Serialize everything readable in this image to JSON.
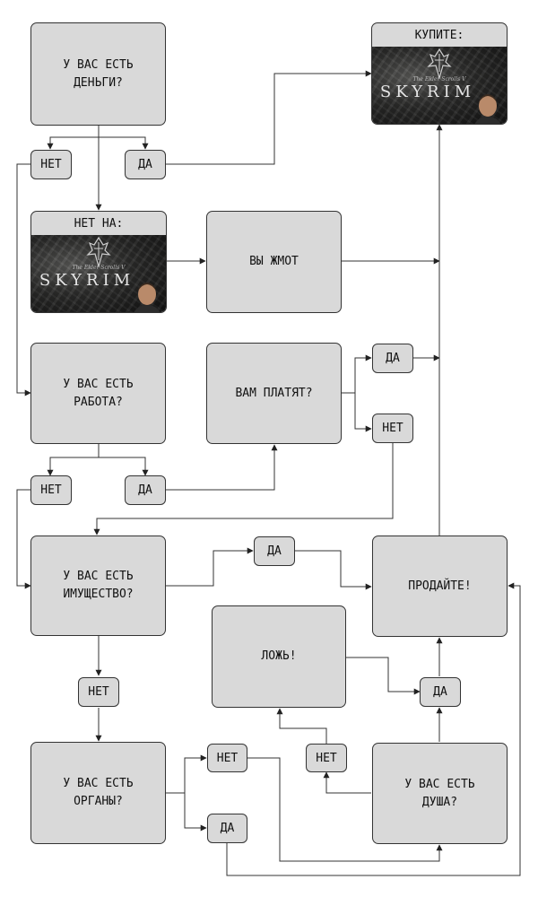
{
  "q_money": "У ВАС ЕСТЬ\nДЕНЬГИ?",
  "buy": {
    "caption": "КУПИТЕ:",
    "logo_sub": "The Elder Scrolls V",
    "logo": "SKYRIM"
  },
  "no_for": {
    "caption": "НЕТ НА:",
    "logo_sub": "The Elder Scrolls V",
    "logo": "SKYRIM"
  },
  "stingy": "ВЫ ЖМОТ",
  "q_job": "У ВАС ЕСТЬ\nРАБОТА?",
  "q_paid": "ВАМ ПЛАТЯТ?",
  "q_property": "У ВАС ЕСТЬ\nИМУЩЕСТВО?",
  "sell": "ПРОДАЙТЕ!",
  "lie": "ЛОЖЬ!",
  "q_organs": "У ВАС ЕСТЬ\nОРГАНЫ?",
  "q_soul": "У ВАС ЕСТЬ\nДУША?",
  "labels": {
    "yes": "ДА",
    "no": "НЕТ"
  },
  "colors": {
    "box_fill": "#d9d9d9",
    "stroke": "#333333",
    "text": "#111111"
  }
}
